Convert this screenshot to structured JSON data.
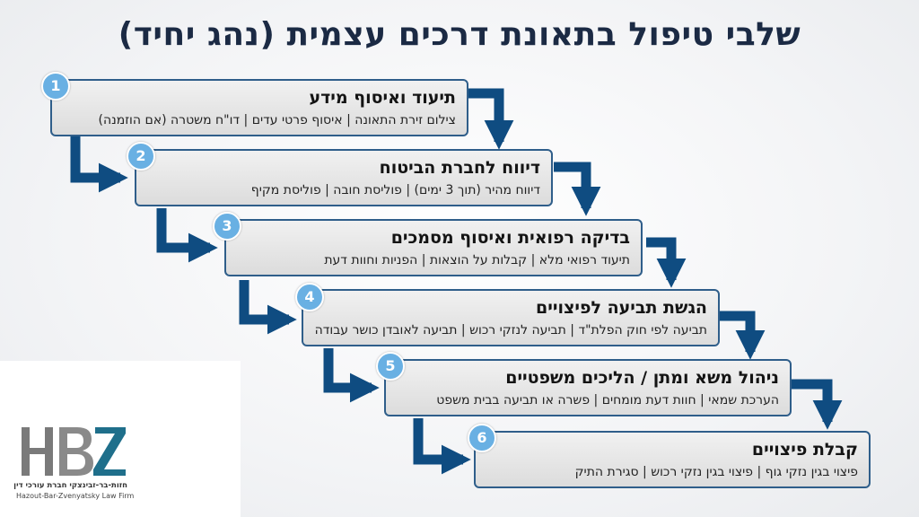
{
  "title": "שלבי טיפול בתאונת דרכים עצמית (נהג יחיד)",
  "steps": [
    {
      "number": "1",
      "title": "תיעוד ואיסוף מידע",
      "desc": "צילום זירת התאונה | איסוף פרטי עדים | דו\"ח משטרה (אם הוזמנה)"
    },
    {
      "number": "2",
      "title": "דיווח לחברת הביטוח",
      "desc": "דיווח מהיר (תוך 3 ימים) | פוליסת חובה | פוליסת מקיף"
    },
    {
      "number": "3",
      "title": "בדיקה רפואית ואיסוף מסמכים",
      "desc": "תיעוד רפואי מלא | קבלות על הוצאות | הפניות וחוות דעת"
    },
    {
      "number": "4",
      "title": "הגשת תביעה לפיצויים",
      "desc": "תביעה לפי חוק הפלת\"ד | תביעה לנזקי רכוש | תביעה לאובדן כושר עבודה"
    },
    {
      "number": "5",
      "title": "ניהול משא ומתן / הליכים משפטיים",
      "desc": "הערכת שמאי | חוות דעת מומחים | פשרה או תביעה בבית משפט"
    },
    {
      "number": "6",
      "title": "קבלת פיצויים",
      "desc": "פיצוי בגין נזקי גוף | פיצוי בגין נזקי רכוש | סגירת התיק"
    }
  ],
  "logo": {
    "mark": "HBZ",
    "name_he": "חזות-בר-זבינצקי חברת עורכי דין",
    "name_en": "Hazout-Bar-Zvenyatsky Law Firm"
  },
  "colors": {
    "arrow": "#0f4c81",
    "badge": "#69b0e3",
    "box_border": "#2f5e8a",
    "title": "#1b2a44"
  }
}
